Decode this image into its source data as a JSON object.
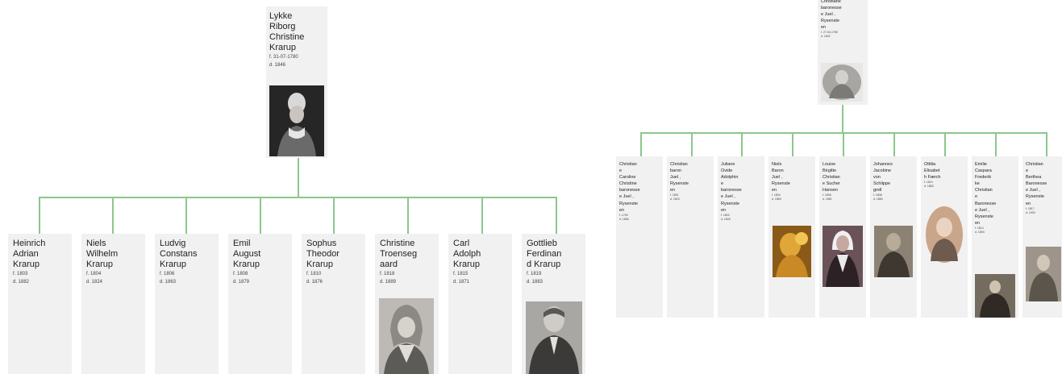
{
  "left_tree": {
    "root": {
      "name": "Lykke\nRiborg\nChristine\nKrarup",
      "dates": "f. 31-07-1780\nd. 1846",
      "portrait": "woman-portrait-engraving"
    },
    "children": [
      {
        "name": "Heinrich\nAdrian\nKrarup",
        "dates": "f. 1803\nd. 1882"
      },
      {
        "name": "Niels\nWilhelm\nKrarup",
        "dates": "f. 1804\nd. 1824"
      },
      {
        "name": "Ludvig\nConstans\nKrarup",
        "dates": "f. 1806\nd. 1863"
      },
      {
        "name": "Emil\nAugust\nKrarup",
        "dates": "f. 1808\nd. 1879"
      },
      {
        "name": "Sophus\nTheodor\nKrarup",
        "dates": "f. 1810\nd. 1876"
      },
      {
        "name": "Christine\nTroenseg\naard",
        "dates": "f. 1818\nd. 1889",
        "portrait": "woman-bonnet-photo"
      },
      {
        "name": "Carl\nAdolph\nKrarup",
        "dates": "f. 1815\nd. 1871"
      },
      {
        "name": "Gottlieb\nFerdinan\nd Krarup",
        "dates": "f. 1819\nd. 1883",
        "portrait": "man-photo"
      }
    ]
  },
  "right_tree": {
    "root": {
      "name": "Christiane\nbaronesse\ne Juel ,\nRysenste\nen",
      "dates": "f. 27-04-1780\nd. 1842",
      "portrait": "oval-woman-portrait"
    },
    "children": [
      {
        "name": "Christian\ne\nCaroline\nChristine\nbaronesse\ne Juel ,\nRysenste\nen",
        "dates": "f. 1799\nd. 1856"
      },
      {
        "name": "Christian\nbaron\nJuel ,\nRysenste\nen",
        "dates": "f. 1801\nd. 1823"
      },
      {
        "name": "Juliane\nOvide\nAdolphin\ne\nbaronesse\ne Juel ,\nRysenste\nen",
        "dates": "f. 1802\nd. 1849"
      },
      {
        "name": "Niels\nBaron\nJuel ,\nRysenste\nen",
        "dates": "f. 1804\nd. 1869",
        "portrait": "man-painting"
      },
      {
        "name": "Louise\nBirgitte\nChristian\ne Sucher\nHansen",
        "dates": "f. 1806\nd. 1881",
        "portrait": "nun-woman-photo"
      },
      {
        "name": "Johannes\nJacobine\nvon\nSchlippe\ngrell",
        "dates": "f. 1808\nd. 1884",
        "portrait": "man-photo"
      },
      {
        "name": "Ottilia\nElisabet\nh Færch",
        "dates": "f. 1810\nd. 1883",
        "portrait": "oval-woman-photo"
      },
      {
        "name": "Emilie\nCaspara\nFrederik\nke\nChristian\ne\nBaronesse\ne Juel ,\nRysenste\nen",
        "dates": "f. 1814\nd. 1894",
        "portrait": "seated-woman-photo"
      },
      {
        "name": "Christian\ne\nBerthea\nBaronesse\ne Juel ,\nRysenste\nen",
        "dates": "f. 1817\nd. 1903",
        "portrait": "woman-photo"
      }
    ]
  },
  "colors": {
    "connector": "#8cc78c",
    "card": "#f1f1f1"
  }
}
